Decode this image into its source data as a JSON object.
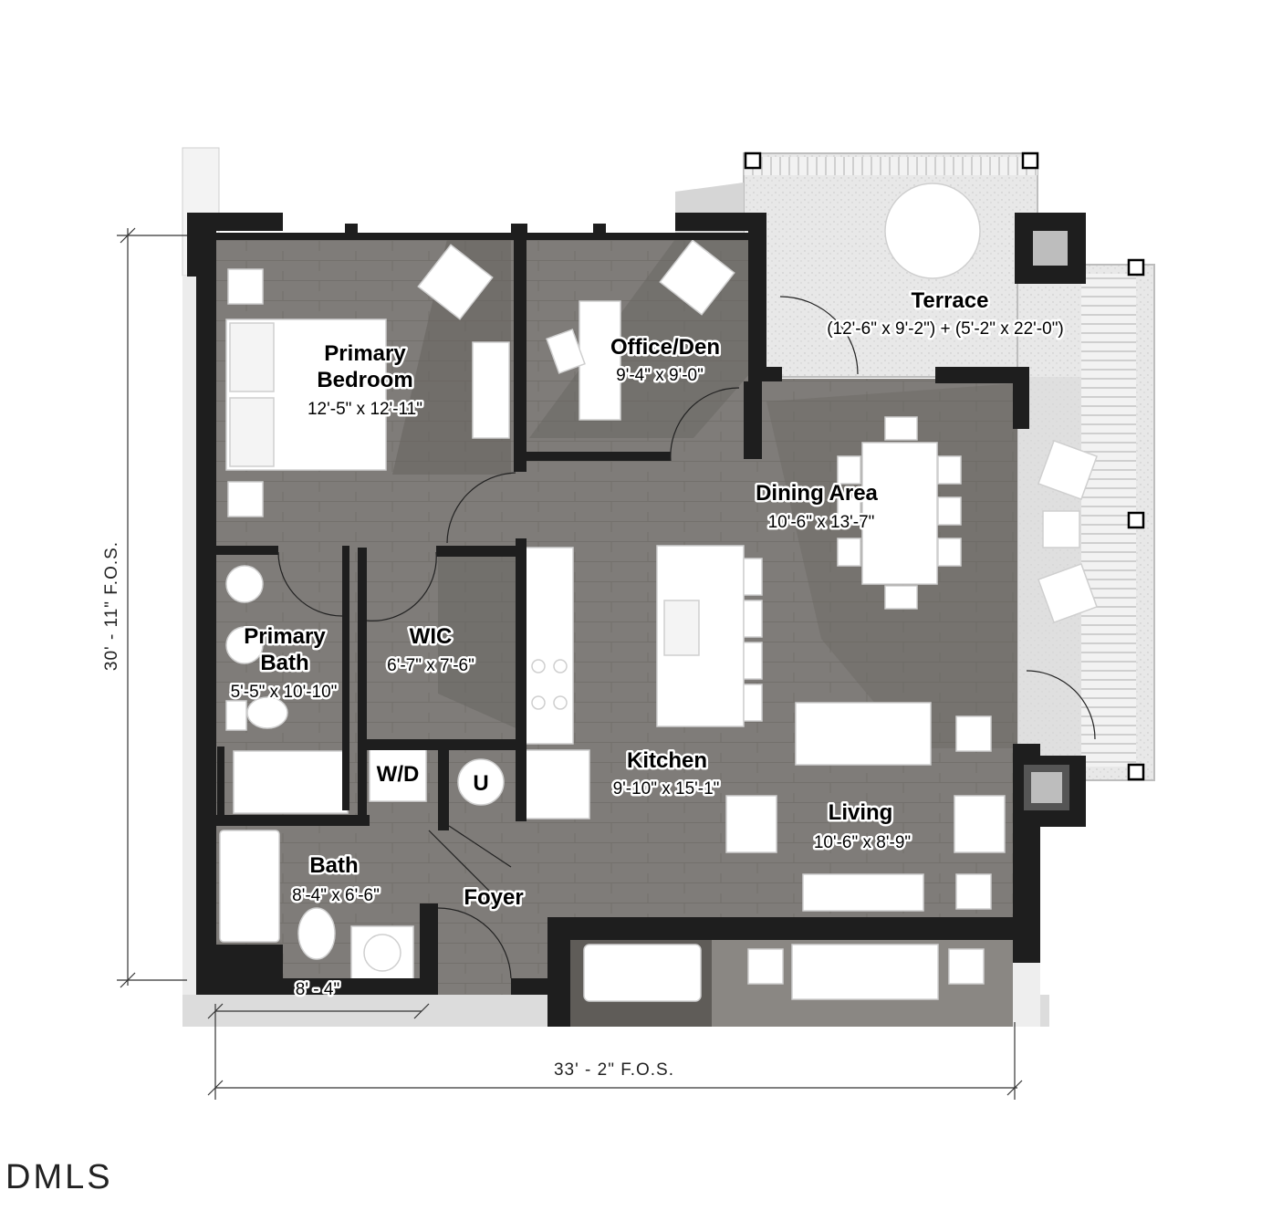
{
  "rooms": {
    "primary_bedroom": {
      "name_line1": "Primary",
      "name_line2": "Bedroom",
      "dims": "12'-5\" x 12'-11\""
    },
    "office": {
      "name": "Office/Den",
      "dims": "9'-4\" x 9'-0\""
    },
    "terrace": {
      "name": "Terrace",
      "dims": "(12'-6\" x 9'-2\") + (5'-2\" x 22'-0\")"
    },
    "dining": {
      "name": "Dining Area",
      "dims": "10'-6\" x 13'-7\""
    },
    "primary_bath": {
      "name_line1": "Primary",
      "name_line2": "Bath",
      "dims": "5'-5\" x 10'-10\""
    },
    "wic": {
      "name": "WIC",
      "dims": "6'-7\" x 7'-6\""
    },
    "wd": {
      "name": "W/D"
    },
    "utility": {
      "name": "U"
    },
    "kitchen": {
      "name": "Kitchen",
      "dims": "9'-10\" x 15'-1\""
    },
    "living": {
      "name": "Living",
      "dims": "10'-6\" x 8'-9\""
    },
    "bath": {
      "name": "Bath",
      "dims": "8'-4\" x 6'-6\""
    },
    "foyer": {
      "name": "Foyer"
    }
  },
  "dimensions": {
    "vertical": "30' - 11\" F.O.S.",
    "horizontal": "33' - 2\" F.O.S.",
    "bath_width": "8' - 4\""
  },
  "logo": {
    "text": "DMLS"
  },
  "colors": {
    "floor": "#7f7c79",
    "floor_dark": "#66635f",
    "wall": "#1e1e1e",
    "terrace": "#e6e6e6",
    "fixture": "#ffffff"
  }
}
